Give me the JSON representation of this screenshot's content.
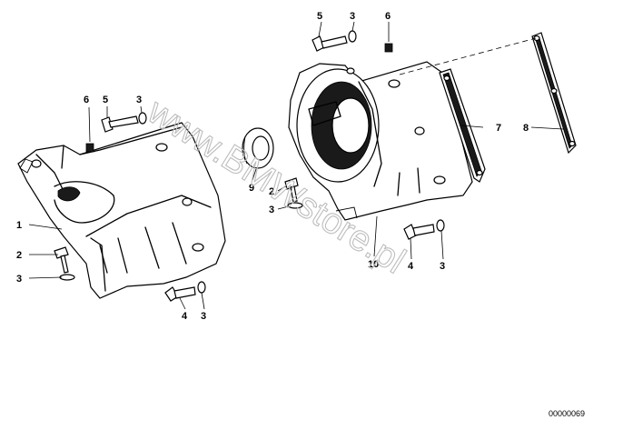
{
  "watermark": "www.BMWstore.pl",
  "drawing_code": "00000069",
  "callouts": {
    "c1": "1",
    "c2a": "2",
    "c3a": "3",
    "c4a": "4",
    "c3b": "3",
    "c6a": "6",
    "c5a": "5",
    "c3c": "3",
    "c5b": "5",
    "c3d": "3",
    "c6b": "6",
    "c9": "9",
    "c2b": "2",
    "c3e": "3",
    "c10": "10",
    "c4b": "4",
    "c3f": "3",
    "c7": "7",
    "c8": "8"
  }
}
